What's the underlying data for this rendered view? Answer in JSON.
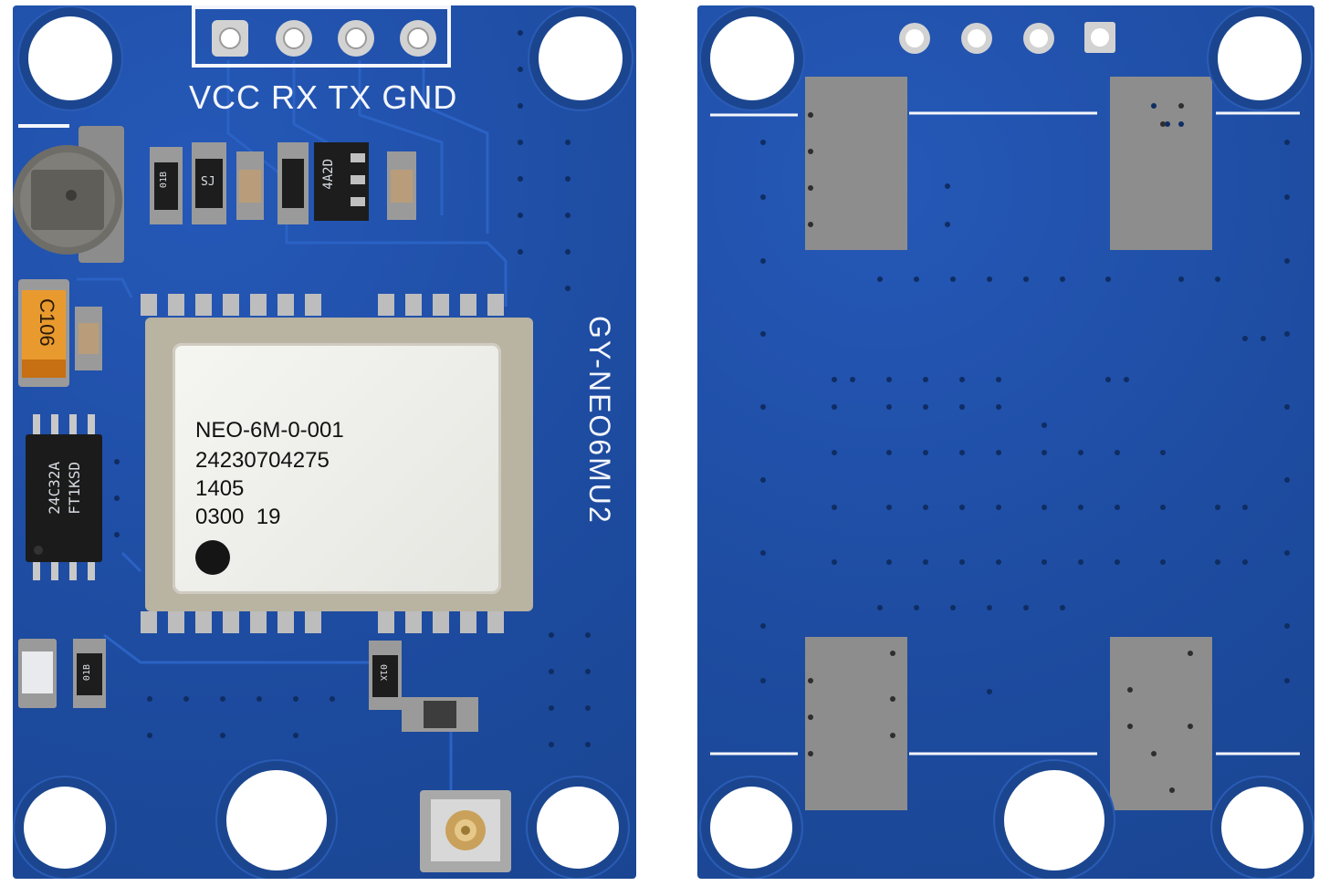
{
  "front": {
    "pin_labels": "VCC RX TX GND",
    "board_model": "GY-NEO6MU2",
    "module_label": {
      "line1": "NEO-6M-0-001",
      "line2": "24230704275",
      "line3": "1405",
      "line4": "0300  19"
    },
    "capacitor_marking": "C106",
    "eeprom_marking_1": "24C32A",
    "eeprom_marking_2": "FT1KSD",
    "resistor_marking_1": "01B",
    "resistor_marking_2": "SJ",
    "regulator_marking": "4A2D",
    "resistor_marking_3": "01B",
    "resistor_marking_4": "01X"
  },
  "colors": {
    "pcb_blue": "#1f4fa8",
    "silkscreen": "#f4f6fb",
    "shield_metal": "#b9b3a1",
    "pad_gray": "#8d8d8d"
  }
}
